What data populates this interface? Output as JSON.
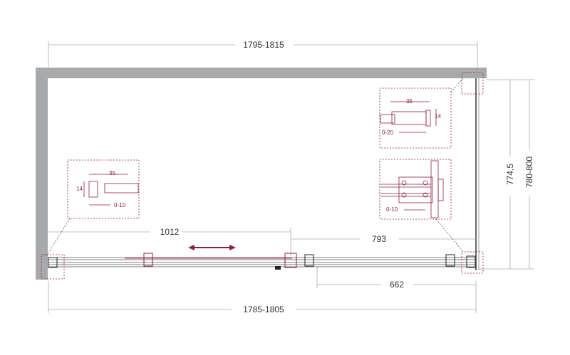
{
  "dimensions": {
    "top_width": "1795-1815",
    "bottom_width": "1785-1805",
    "fixed_panel": "1012",
    "door_opening_span": "793",
    "passage": "662",
    "inner_depth": "774,5",
    "outer_depth": "780-800"
  },
  "detail_top_right": {
    "length": "35",
    "height": "14",
    "adjust": "0-20"
  },
  "detail_middle_right": {
    "adjust": "0-10"
  },
  "detail_left": {
    "length": "35",
    "height": "14",
    "adjust": "0-10"
  },
  "colors": {
    "wall": "#a7a9ab",
    "accent": "#8a2040",
    "line": "#555555"
  }
}
